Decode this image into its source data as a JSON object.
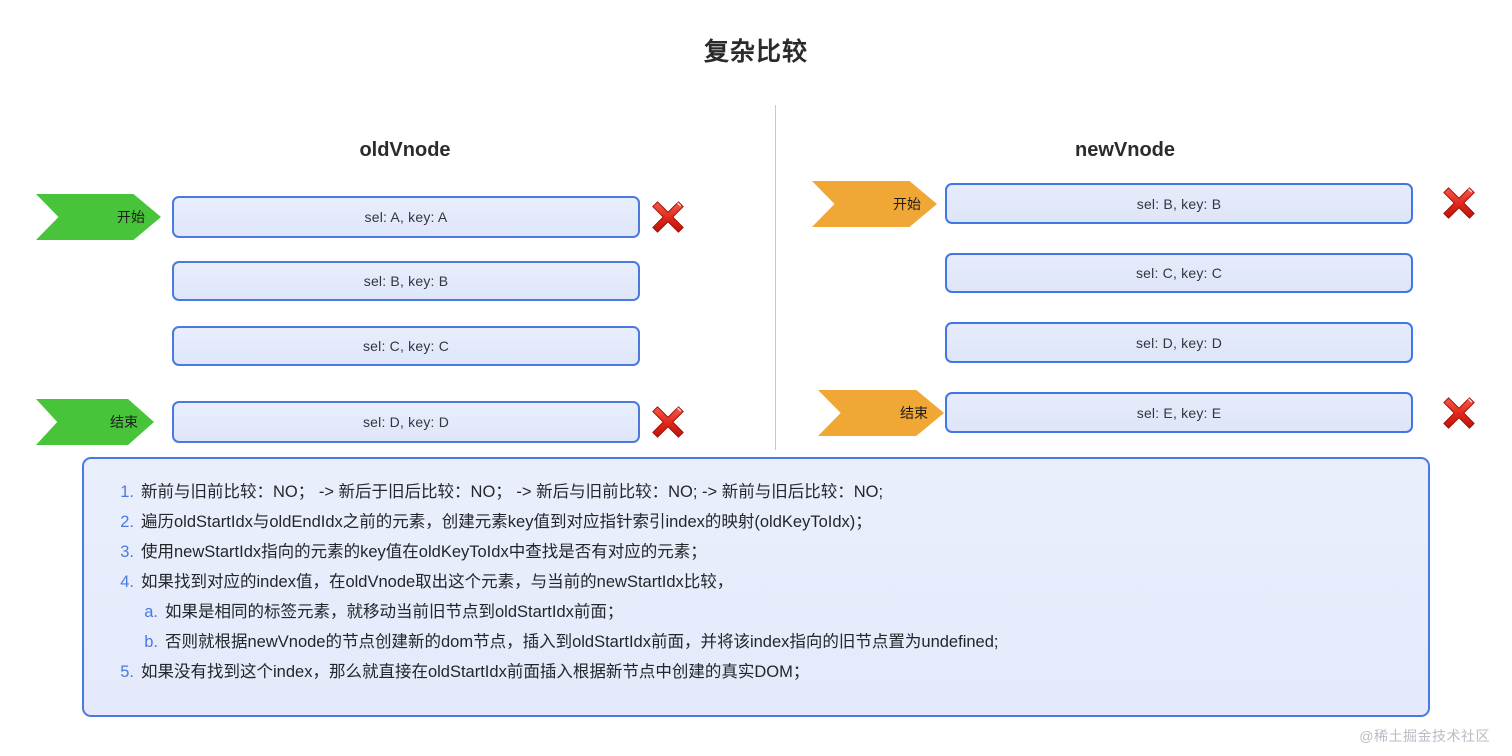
{
  "title": "复杂比较",
  "columns": {
    "left": {
      "header": "oldVnode",
      "start_label": "开始",
      "end_label": "结束",
      "nodes": [
        {
          "label": "sel: A, key: A",
          "marked": true
        },
        {
          "label": "sel: B, key: B",
          "marked": false
        },
        {
          "label": "sel: C, key: C",
          "marked": false
        },
        {
          "label": "sel: D, key: D",
          "marked": true
        }
      ]
    },
    "right": {
      "header": "newVnode",
      "start_label": "开始",
      "end_label": "结束",
      "nodes": [
        {
          "label": "sel: B, key: B",
          "marked": true
        },
        {
          "label": "sel: C, key: C",
          "marked": false
        },
        {
          "label": "sel: D, key: D",
          "marked": false
        },
        {
          "label": "sel: E, key: E",
          "marked": true
        }
      ]
    }
  },
  "steps": [
    {
      "marker": "1.",
      "text": "新前与旧前比较：NO； -> 新后于旧后比较：NO； -> 新后与旧前比较：NO; -> 新前与旧后比较：NO;",
      "sub": false
    },
    {
      "marker": "2.",
      "text": "遍历oldStartIdx与oldEndIdx之前的元素，创建元素key值到对应指针索引index的映射(oldKeyToIdx)；",
      "sub": false
    },
    {
      "marker": "3.",
      "text": "使用newStartIdx指向的元素的key值在oldKeyToIdx中查找是否有对应的元素；",
      "sub": false
    },
    {
      "marker": "4.",
      "text": "如果找到对应的index值，在oldVnode取出这个元素，与当前的newStartIdx比较，",
      "sub": false
    },
    {
      "marker": "a.",
      "text": "如果是相同的标签元素，就移动当前旧节点到oldStartIdx前面；",
      "sub": true
    },
    {
      "marker": "b.",
      "text": "否则就根据newVnode的节点创建新的dom节点，插入到oldStartIdx前面，并将该index指向的旧节点置为undefined;",
      "sub": true
    },
    {
      "marker": "5.",
      "text": "如果没有找到这个index，那么就直接在oldStartIdx前面插入根据新节点中创建的真实DOM；",
      "sub": false
    }
  ],
  "watermark": "@稀土掘金技术社区",
  "colors": {
    "box_border": "#4a7ae0",
    "box_fill": "#e6ecfb",
    "start_left": "#47c43a",
    "start_right": "#f0a736",
    "mark": "#e02b20",
    "divider": "#c9c9c9",
    "marker_text": "#4a7ae0"
  }
}
